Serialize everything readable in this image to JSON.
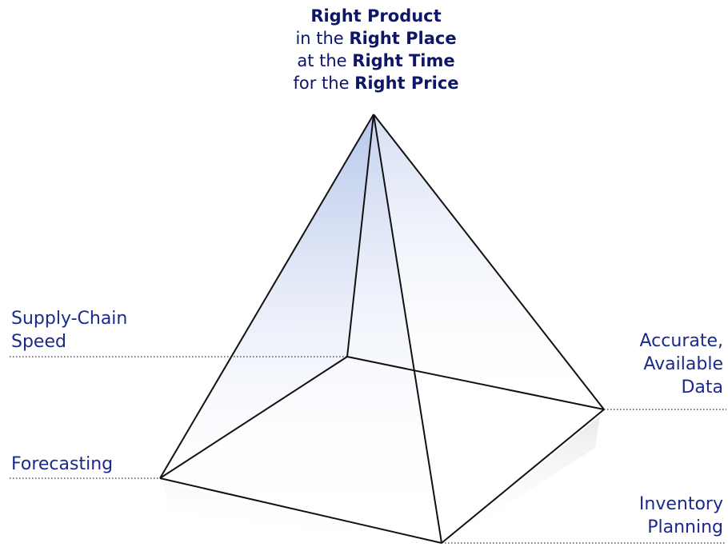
{
  "apex_text": {
    "line1": {
      "bold": "Right Product"
    },
    "line2": {
      "prefix": "in the ",
      "bold": "Right Place"
    },
    "line3": {
      "prefix": "at the ",
      "bold": "Right Time"
    },
    "line4": {
      "prefix": "for the ",
      "bold": "Right Price"
    }
  },
  "corners": {
    "supply_chain": {
      "line1": "Supply-Chain",
      "line2": "Speed"
    },
    "accurate_data": {
      "line1": "Accurate,",
      "line2": "Available",
      "line3": "Data"
    },
    "forecasting": {
      "line1": "Forecasting"
    },
    "inventory": {
      "line1": "Inventory",
      "line2": "Planning"
    }
  },
  "colors": {
    "text": "#1b2a8a",
    "title": "#0e1666",
    "edge": "#111111",
    "fill_top": "#b7c7ea"
  }
}
